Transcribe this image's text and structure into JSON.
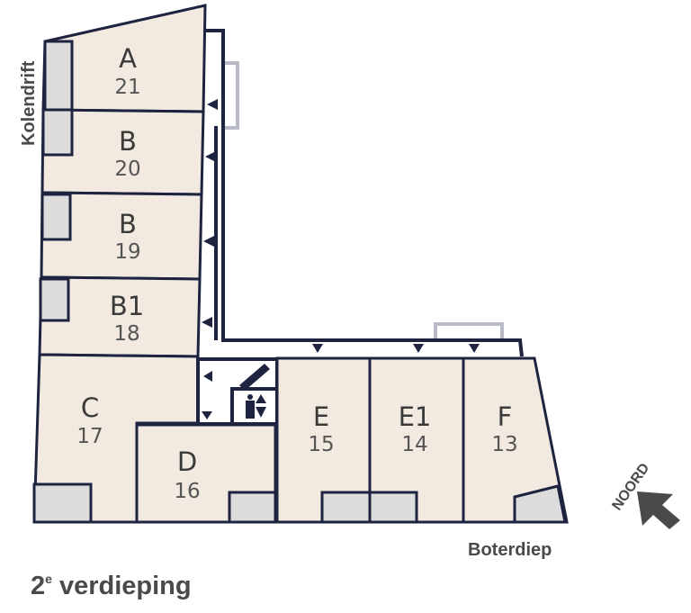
{
  "streets": {
    "left": "Kolendrift",
    "bottom": "Boterdiep"
  },
  "floor_label": "2e verdieping",
  "floor_label_parts": {
    "number": "2",
    "suffix": "e",
    "word": "verdieping"
  },
  "north_label": "NOORD",
  "colors": {
    "unit_fill": "#f2e9e0",
    "storage_fill": "#dcdcdc",
    "wall": "#1e2440",
    "balcony": "#b9bac8",
    "text": "#3a3a3a"
  },
  "units": [
    {
      "type": "A",
      "number": "21"
    },
    {
      "type": "B",
      "number": "20"
    },
    {
      "type": "B",
      "number": "19"
    },
    {
      "type": "B1",
      "number": "18"
    },
    {
      "type": "C",
      "number": "17"
    },
    {
      "type": "D",
      "number": "16"
    },
    {
      "type": "E",
      "number": "15"
    },
    {
      "type": "E1",
      "number": "14"
    },
    {
      "type": "F",
      "number": "13"
    }
  ],
  "icons": {
    "stairs": "stairs-icon",
    "elevator": "elevator-icon",
    "entrance": "entrance-arrow-icon",
    "north": "north-arrow-icon"
  }
}
